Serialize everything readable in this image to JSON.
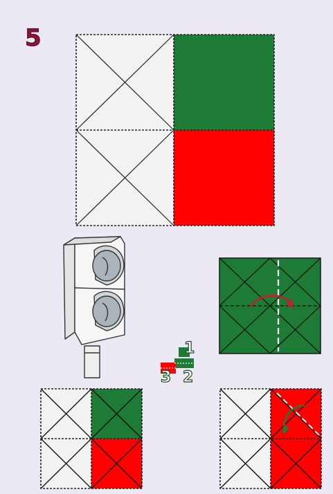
{
  "step": {
    "number": "5"
  },
  "colors": {
    "background": "#ece8f4",
    "green": "#1e7b35",
    "red": "#ff0000",
    "white_panel": "#f2f2f2",
    "line": "#222222",
    "number": "#8b1538",
    "arrow": "#b2282d"
  },
  "legend": {
    "labels": [
      "1",
      "2",
      "3"
    ]
  },
  "icons": {
    "signal": "traffic-signal-icon",
    "fold_arrow": "fold-arrow-icon",
    "legend": "step-legend-icon"
  }
}
